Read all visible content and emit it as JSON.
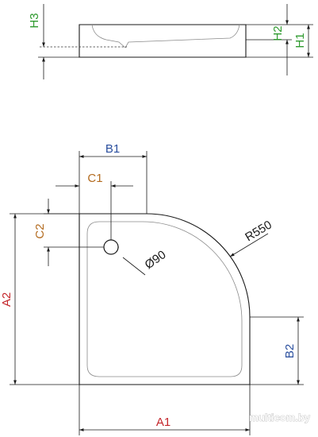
{
  "labels": {
    "h3": "H3",
    "h2": "H2",
    "h1": "H1",
    "b1": "B1",
    "c1": "C1",
    "c2": "C2",
    "radius": "R550",
    "drain": "Ø90",
    "a2": "A2",
    "b2": "B2",
    "a1": "A1"
  },
  "colors": {
    "green": "#2e9a2e",
    "blue": "#2b4f9e",
    "orange": "#b36b1f",
    "red": "#c4262b",
    "line": "#1a1a1a"
  },
  "watermark": "multicom.by"
}
